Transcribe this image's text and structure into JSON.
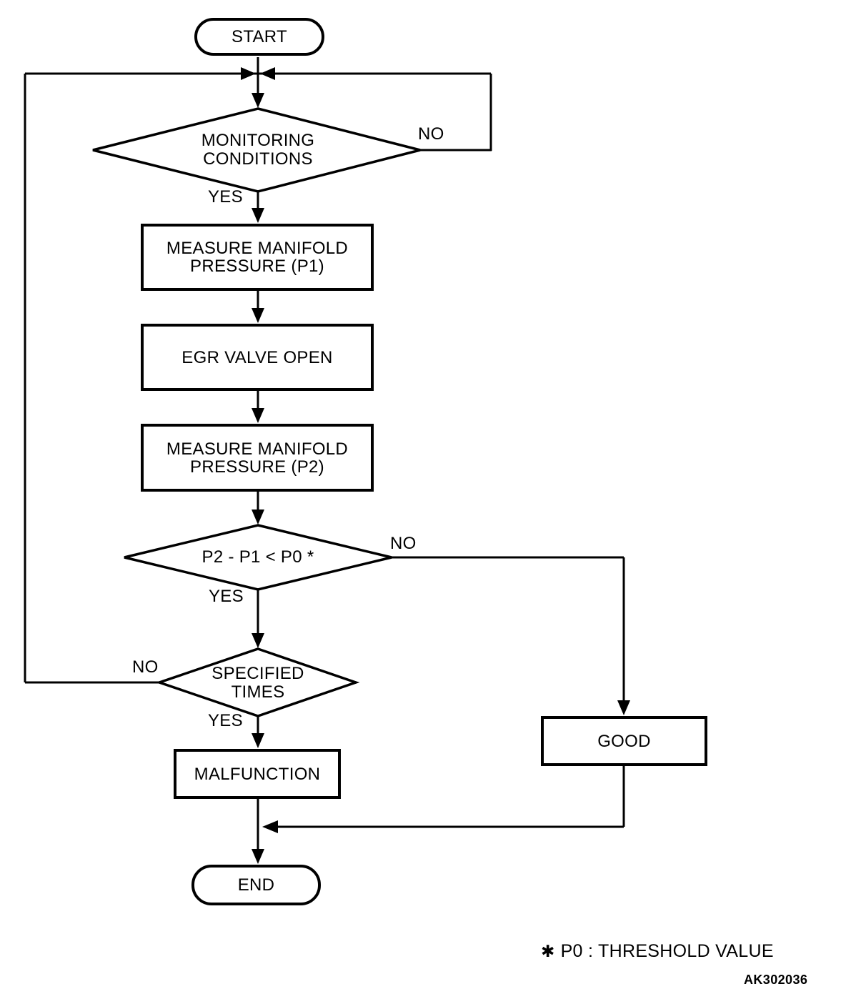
{
  "page": {
    "background": "#ffffff",
    "line_color": "#000000"
  },
  "nodes": {
    "start": {
      "label": "START",
      "type": "terminal"
    },
    "monitoring_conditions": {
      "label": "MONITORING\nCONDITIONS",
      "type": "decision"
    },
    "measure_p1": {
      "label": "MEASURE MANIFOLD\nPRESSURE (P1)",
      "type": "process"
    },
    "egr_valve_open": {
      "label": "EGR VALVE OPEN",
      "type": "process"
    },
    "measure_p2": {
      "label": "MEASURE MANIFOLD\nPRESSURE (P2)",
      "type": "process"
    },
    "compare_pressure": {
      "label": "P2 - P1 < P0 *",
      "type": "decision"
    },
    "specified_times": {
      "label": "SPECIFIED\nTIMES",
      "type": "decision"
    },
    "malfunction": {
      "label": "MALFUNCTION",
      "type": "process"
    },
    "good": {
      "label": "GOOD",
      "type": "process"
    },
    "end": {
      "label": "END",
      "type": "terminal"
    }
  },
  "edge_labels": {
    "monitoring_no": "NO",
    "monitoring_yes": "YES",
    "compare_no": "NO",
    "compare_yes": "YES",
    "specified_no": "NO",
    "specified_yes": "YES"
  },
  "footnote": {
    "marker": "✱",
    "text": "P0 : THRESHOLD VALUE"
  },
  "figure_code": "AK302036"
}
